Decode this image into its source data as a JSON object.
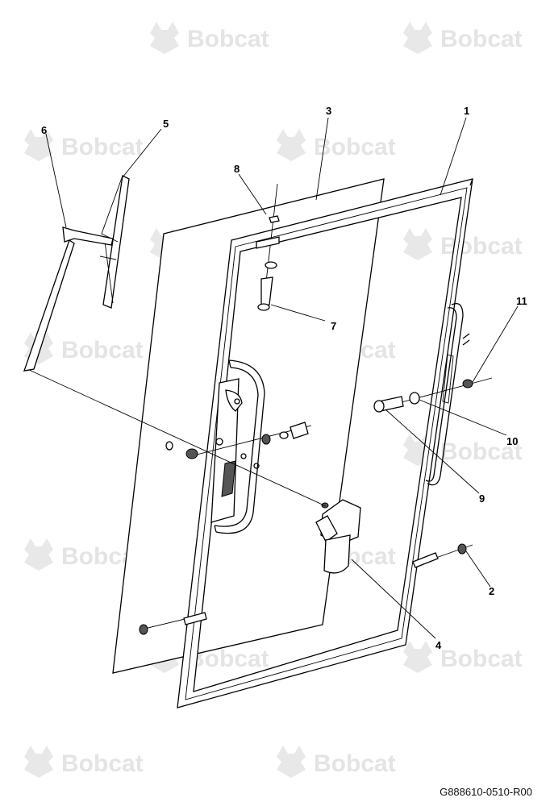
{
  "watermark": {
    "brand": "Bobcat",
    "logo_icon": "bobcat-logo-icon"
  },
  "callouts": [
    {
      "id": "1",
      "label": "1"
    },
    {
      "id": "2",
      "label": "2"
    },
    {
      "id": "3",
      "label": "3"
    },
    {
      "id": "4",
      "label": "4"
    },
    {
      "id": "5",
      "label": "5"
    },
    {
      "id": "6",
      "label": "6"
    },
    {
      "id": "7",
      "label": "7"
    },
    {
      "id": "8",
      "label": "8"
    },
    {
      "id": "9",
      "label": "9"
    },
    {
      "id": "10",
      "label": "10"
    },
    {
      "id": "11",
      "label": "11"
    }
  ],
  "drawing_number": "G888610-0510-R00",
  "colors": {
    "line": "#000000",
    "watermark": "#e4e4e4",
    "background": "#ffffff"
  }
}
